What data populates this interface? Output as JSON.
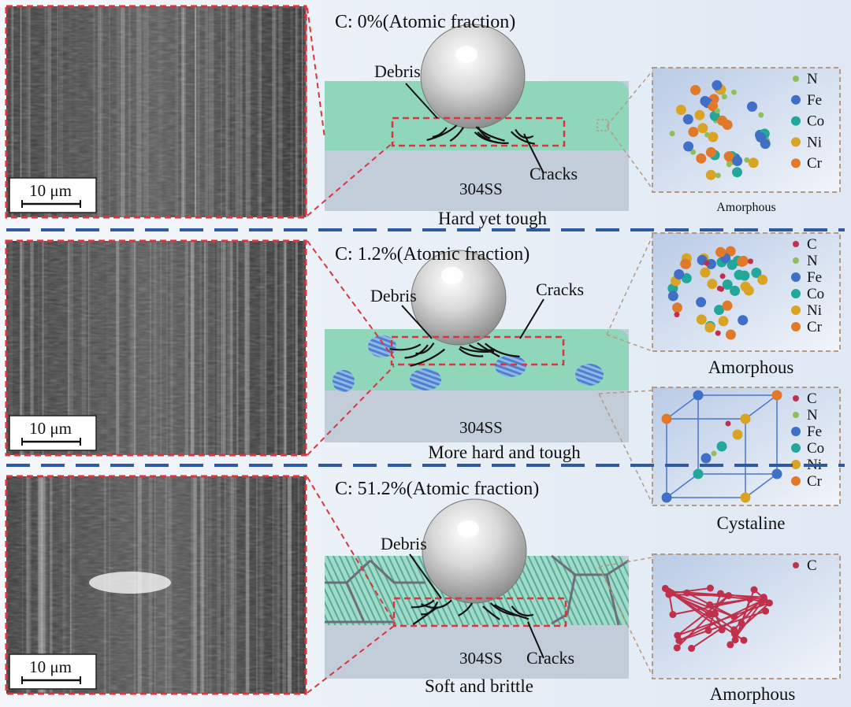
{
  "scale_bar_label": "10 μm",
  "rows": [
    {
      "carbon": "C: 0%(Atomic fraction)",
      "debris": "Debris",
      "cracks": "Cracks",
      "substrate": "304SS",
      "property": "Hard yet tough",
      "insets": [
        {
          "caption": "Amorphous",
          "legend": [
            "N",
            "Fe",
            "Co",
            "Ni",
            "Cr"
          ]
        }
      ]
    },
    {
      "carbon": "C: 1.2%(Atomic fraction)",
      "debris": "Debris",
      "cracks": "Cracks",
      "substrate": "304SS",
      "property": "More hard and tough",
      "insets": [
        {
          "caption": "Amorphous",
          "legend": [
            "C",
            "N",
            "Fe",
            "Co",
            "Ni",
            "Cr"
          ]
        },
        {
          "caption": "Cystaline",
          "legend": [
            "C",
            "N",
            "Fe",
            "Co",
            "Ni",
            "Cr"
          ]
        }
      ]
    },
    {
      "carbon": "C: 51.2%(Atomic fraction)",
      "debris": "Debris",
      "cracks": "Cracks",
      "substrate": "304SS",
      "property": "Soft and brittle",
      "insets": [
        {
          "caption": "Amorphous",
          "legend": [
            "C"
          ]
        }
      ]
    }
  ],
  "colors": {
    "C": "#c0304a",
    "N": "#8fbf5a",
    "Fe": "#3f6fc6",
    "Co": "#22a79a",
    "Ni": "#d9a324",
    "Cr": "#e07a2a",
    "coating": "#8fd6ba",
    "substrate": "#c3ccd9",
    "dashed_red": "#d9363e",
    "divider": "#2f5aa3",
    "inset_border": "#b59a86"
  }
}
